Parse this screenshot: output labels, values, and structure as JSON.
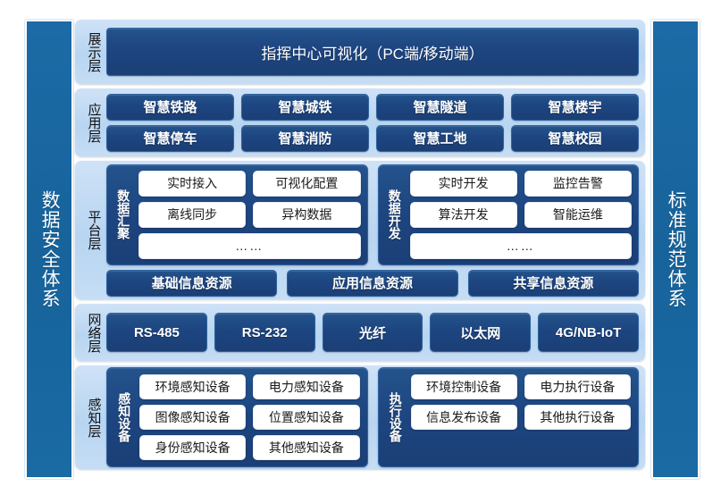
{
  "pillars": {
    "left": "数据安全体系",
    "right": "标准规范体系"
  },
  "layers": {
    "display": {
      "label": "展示层",
      "bar": "指挥中心可视化（PC端/移动端）"
    },
    "application": {
      "label": "应用层",
      "row1": [
        "智慧铁路",
        "智慧城铁",
        "智慧隧道",
        "智慧楼宇"
      ],
      "row2": [
        "智慧停车",
        "智慧消防",
        "智慧工地",
        "智慧校园"
      ]
    },
    "platform": {
      "label": "平台层",
      "groups": [
        {
          "title": "数据汇聚",
          "row1": [
            "实时接入",
            "可视化配置"
          ],
          "row2": [
            "离线同步",
            "异构数据"
          ],
          "more": "……"
        },
        {
          "title": "数据开发",
          "row1": [
            "实时开发",
            "监控告警"
          ],
          "row2": [
            "算法开发",
            "智能运维"
          ],
          "more": "……"
        }
      ],
      "resources": [
        "基础信息资源",
        "应用信息资源",
        "共享信息资源"
      ]
    },
    "network": {
      "label": "网络层",
      "items": [
        "RS-485",
        "RS-232",
        "光纤",
        "以太网",
        "4G/NB-IoT"
      ]
    },
    "perception": {
      "label": "感知层",
      "groups": [
        {
          "title": "感知设备",
          "row1": [
            "环境感知设备",
            "电力感知设备"
          ],
          "row2": [
            "图像感知设备",
            "位置感知设备"
          ],
          "row3": [
            "身份感知设备",
            "其他感知设备"
          ]
        },
        {
          "title": "执行设备",
          "row1": [
            "环境控制设备",
            "电力执行设备"
          ],
          "row2": [
            "信息发布设备",
            "其他执行设备"
          ]
        }
      ]
    }
  },
  "colors": {
    "pillar": "#1c6ba6",
    "band": "#bdd7f0",
    "chip": "#1d4580",
    "white_chip": "#ffffff"
  }
}
